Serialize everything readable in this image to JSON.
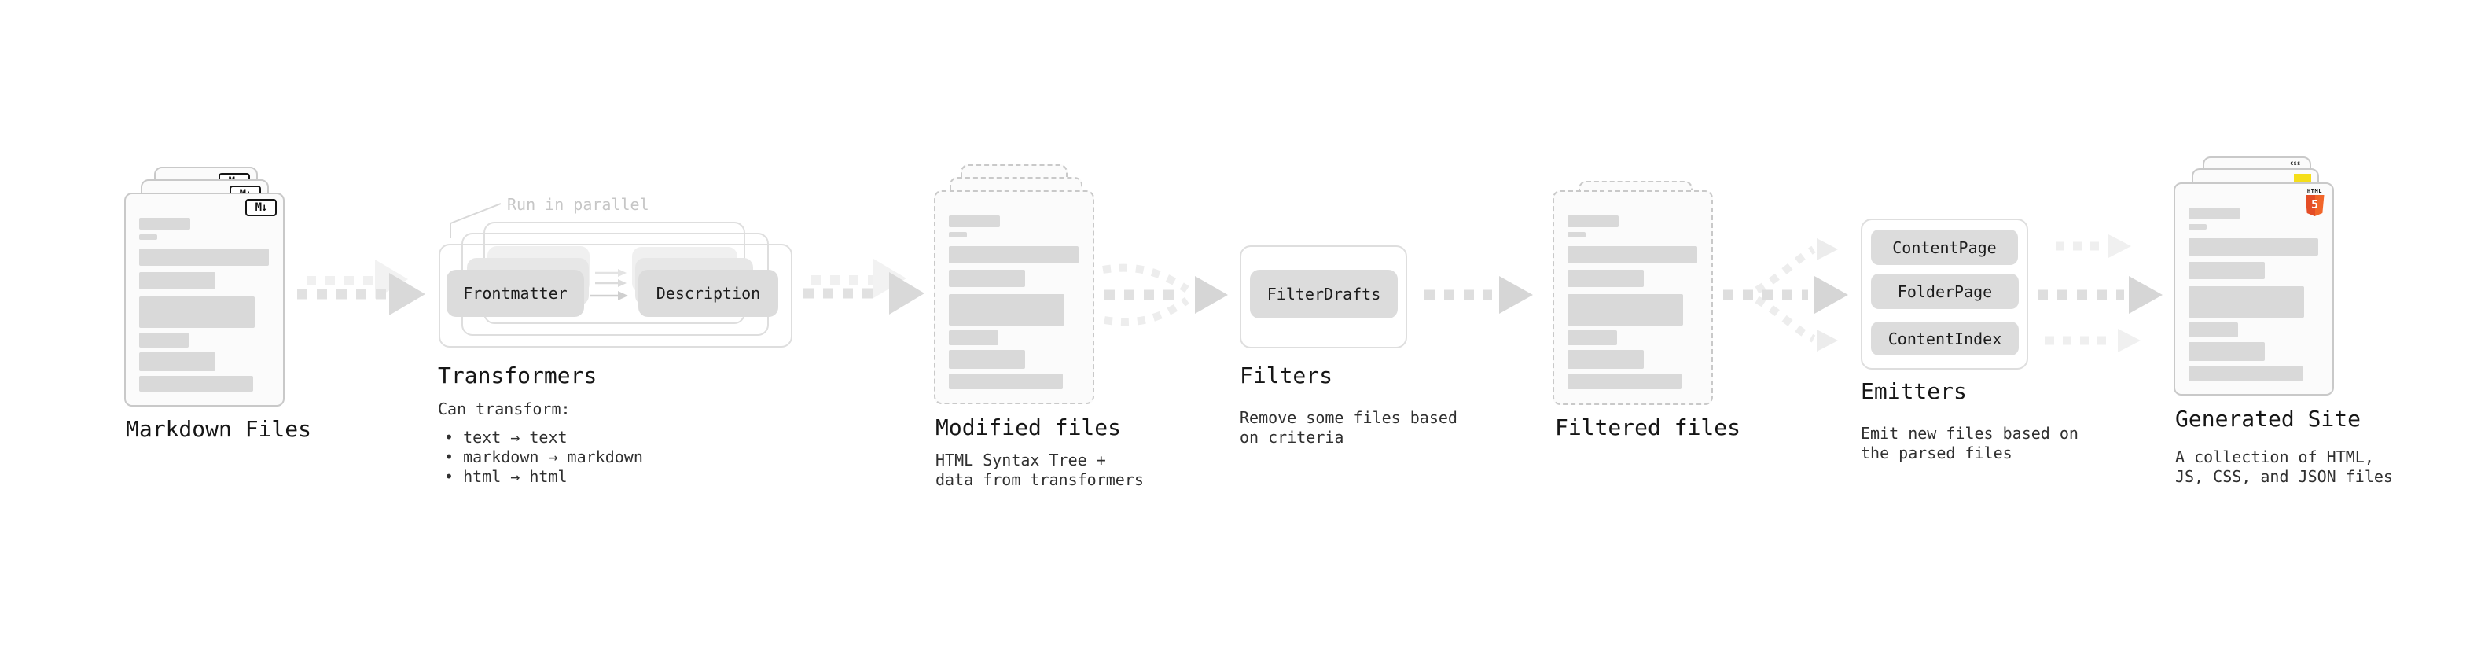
{
  "palette": {
    "bg": "#ffffff",
    "doc_fill": "#fbfbfb",
    "doc_border": "#c9c9c9",
    "bar": "#d9d9d9",
    "box_fill": "#dcdcdc",
    "box_ghost1": "#e7e7e7",
    "box_ghost2": "#f0f0f0",
    "container_border": "#dedede",
    "text": "#161616",
    "subtext": "#303030",
    "faint": "#c6c6c6",
    "html5_orange": "#e44d26",
    "html5_orange_light": "#f16529",
    "js_yellow": "#f5de19",
    "css_blue": "#2b63f1",
    "badge_border": "#151515"
  },
  "nodes": {
    "markdown_files": {
      "title": "Markdown Files",
      "badge": "M↓"
    },
    "transformers": {
      "title": "Transformers",
      "annotation": "Run in parallel",
      "box_a": "Frontmatter",
      "box_b": "Description",
      "sub_heading": "Can transform:",
      "bullets": [
        "text → text",
        "markdown → markdown",
        "html → html"
      ]
    },
    "modified_files": {
      "title": "Modified files",
      "subtitle_lines": [
        "HTML Syntax Tree +",
        "data from transformers"
      ]
    },
    "filters": {
      "title": "Filters",
      "box": "FilterDrafts",
      "subtitle_lines": [
        "Remove some files based",
        "on criteria"
      ]
    },
    "filtered_files": {
      "title": "Filtered files"
    },
    "emitters": {
      "title": "Emitters",
      "boxes": [
        "ContentPage",
        "FolderPage",
        "ContentIndex"
      ],
      "subtitle_lines": [
        "Emit new files based on",
        "the parsed files"
      ]
    },
    "generated_site": {
      "title": "Generated Site",
      "subtitle_lines": [
        "A collection of HTML,",
        "JS, CSS, and JSON files"
      ],
      "css_badge": "CSS",
      "html_badge_label": "HTML",
      "html_badge_number": "5"
    }
  }
}
